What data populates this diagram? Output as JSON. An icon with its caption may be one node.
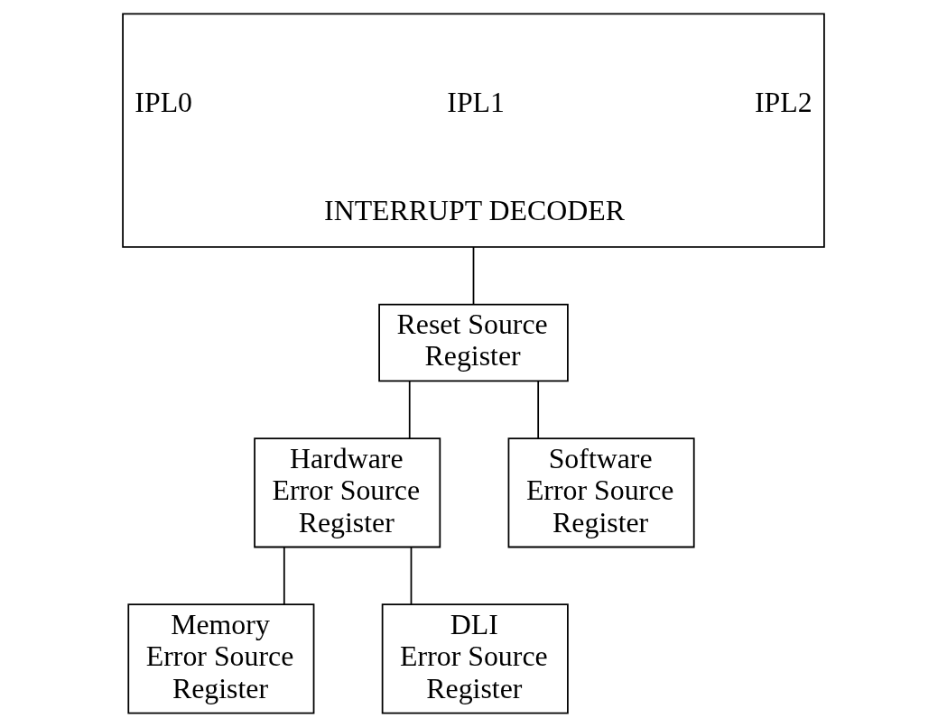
{
  "diagram": {
    "nodes": [
      {
        "text": [
          "IPL0",
          "IPL1",
          "IPL2",
          "INTERRUPT DECODER"
        ]
      },
      {
        "text": [
          "Reset Source Register"
        ]
      },
      {
        "text": [
          "Hardware Error Source Register"
        ]
      },
      {
        "text": [
          "Software Error Source Register"
        ]
      },
      {
        "text": [
          "Memory Error Source Register"
        ]
      },
      {
        "text": [
          "DLI Error Source Register"
        ]
      }
    ],
    "edges": [
      {
        "from": 0,
        "to": 1,
        "arrow": "none"
      },
      {
        "from": 1,
        "to": 2,
        "arrow": "none"
      },
      {
        "from": 1,
        "to": 3,
        "arrow": "none"
      },
      {
        "from": 2,
        "to": 4,
        "arrow": "none"
      },
      {
        "from": 2,
        "to": 5,
        "arrow": "none"
      }
    ]
  }
}
